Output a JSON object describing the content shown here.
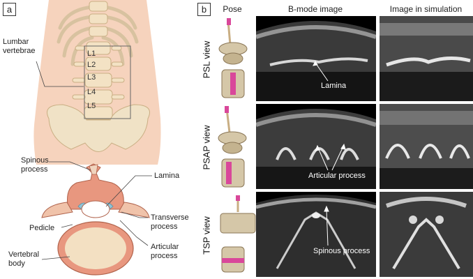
{
  "panel_a": {
    "tag": "a",
    "lumbar_label_line1": "Lumbar",
    "lumbar_label_line2": "vertebrae",
    "vertebra_levels": [
      "L1",
      "L2",
      "L3",
      "L4",
      "L5"
    ],
    "labels": {
      "spinous_line1": "Spinous",
      "spinous_line2": "process",
      "lamina": "Lamina",
      "transverse_line1": "Transverse",
      "transverse_line2": "process",
      "pedicle": "Pedicle",
      "articular_line1": "Articular",
      "articular_line2": "process",
      "body_line1": "Vertebral",
      "body_line2": "body"
    }
  },
  "panel_b": {
    "tag": "b",
    "columns": [
      "Pose",
      "B-mode image",
      "Image in simulation"
    ],
    "rows": [
      {
        "label": "PSL view",
        "annotation": "Lamina"
      },
      {
        "label": "PSAP view",
        "annotation": "Articular process"
      },
      {
        "label": "TSP view",
        "annotation": "Spinous process"
      }
    ]
  },
  "colors": {
    "bone": "#f2dcc0",
    "skin": "#f5cdb4",
    "flesh": "#e59a86",
    "probe_pink": "#d9479a",
    "facet_blue": "#8fc3d6"
  }
}
